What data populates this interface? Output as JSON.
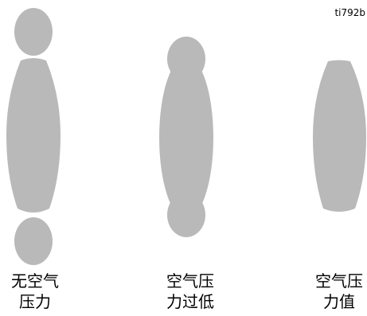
{
  "figure_code": "ti792b",
  "fill_color": "#b9b9b9",
  "patterns": [
    {
      "label_lines": [
        "无空气",
        "压力"
      ]
    },
    {
      "label_lines": [
        "空气压",
        "力过低"
      ]
    },
    {
      "label_lines": [
        "空气压",
        "力值"
      ]
    }
  ]
}
